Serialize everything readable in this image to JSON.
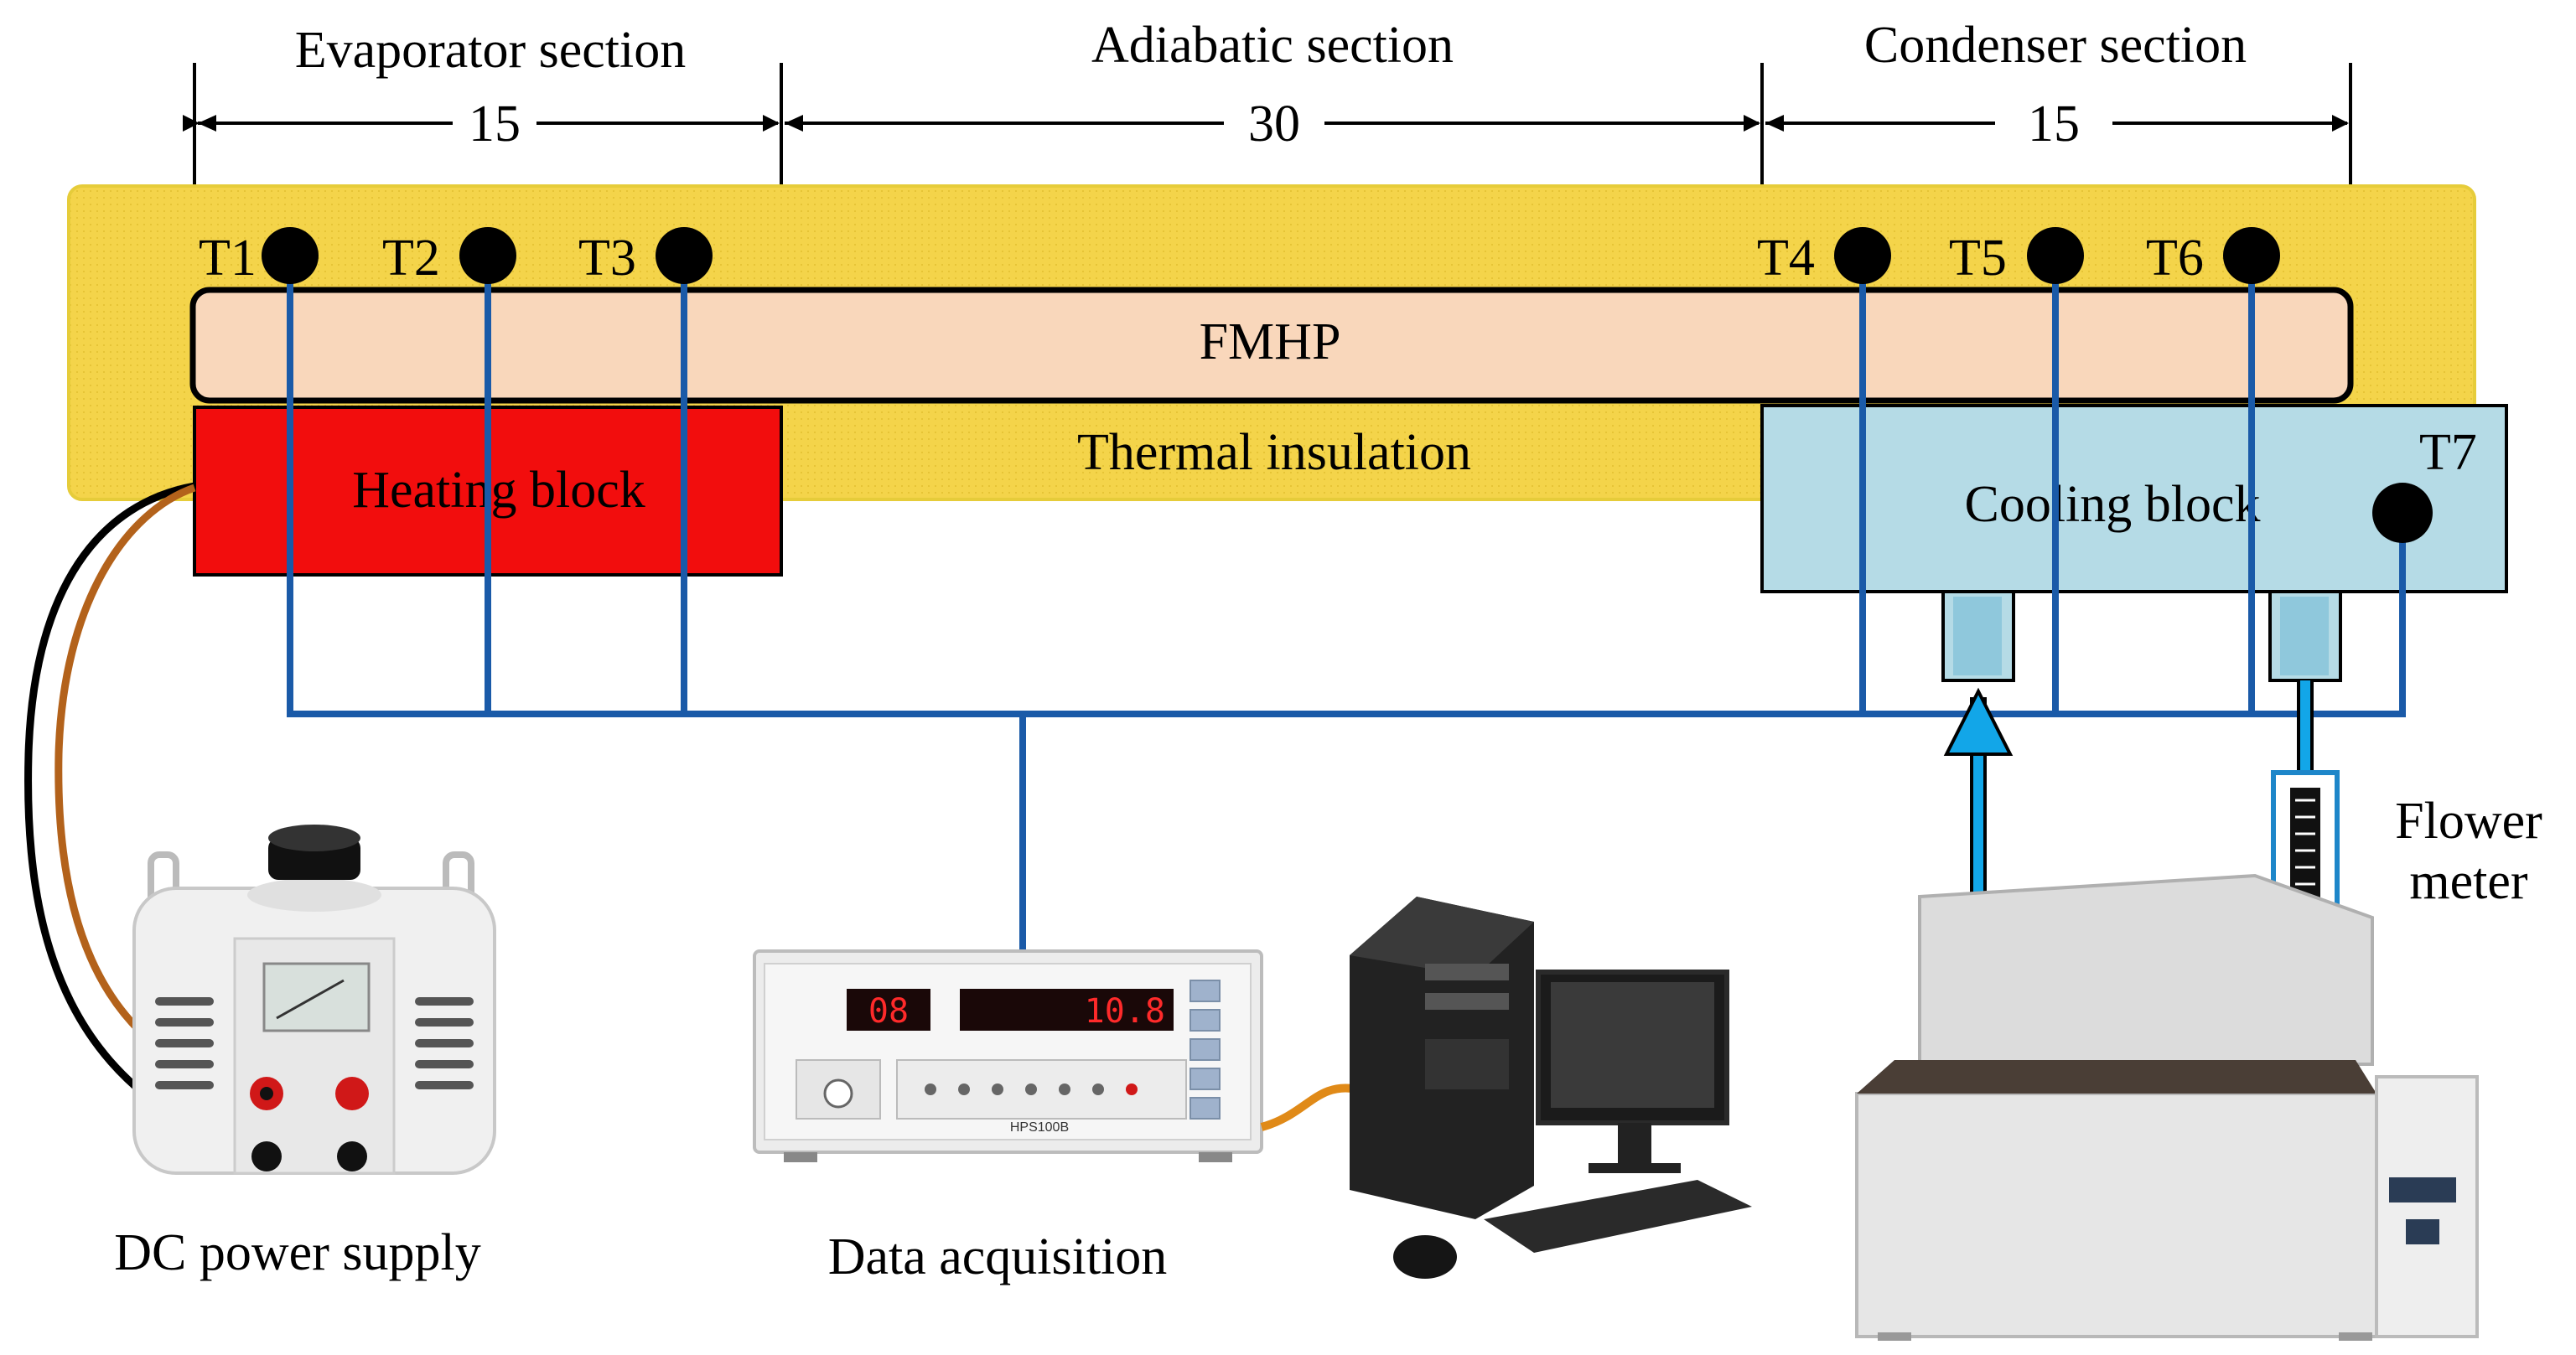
{
  "sections": {
    "evaporator": {
      "title": "Evaporator section",
      "length": "15"
    },
    "adiabatic": {
      "title": "Adiabatic section",
      "length": "30"
    },
    "condenser": {
      "title": "Condenser section",
      "length": "15"
    }
  },
  "pipe_label": "FMHP",
  "heating_label": "Heating block",
  "insulation_label": "Thermal insulation",
  "cooling_label": "Cooling block",
  "thermocouples": [
    "T1",
    "T2",
    "T3",
    "T4",
    "T5",
    "T6",
    "T7"
  ],
  "equipment": {
    "power_supply": "DC power supply",
    "daq": "Data acquisition",
    "flow_meter_line1": "Flower",
    "flow_meter_line2": "meter"
  },
  "daq_display": {
    "channel": "08",
    "temperature": "10.8",
    "model": "HPS100B"
  },
  "colors": {
    "insulation": "#f4d44a",
    "heating": "#f20d0d",
    "cooling": "#b5dbe6",
    "pipe": "#f9d7bb",
    "wire": "#1a5aa8",
    "water": "#12a6e8"
  }
}
